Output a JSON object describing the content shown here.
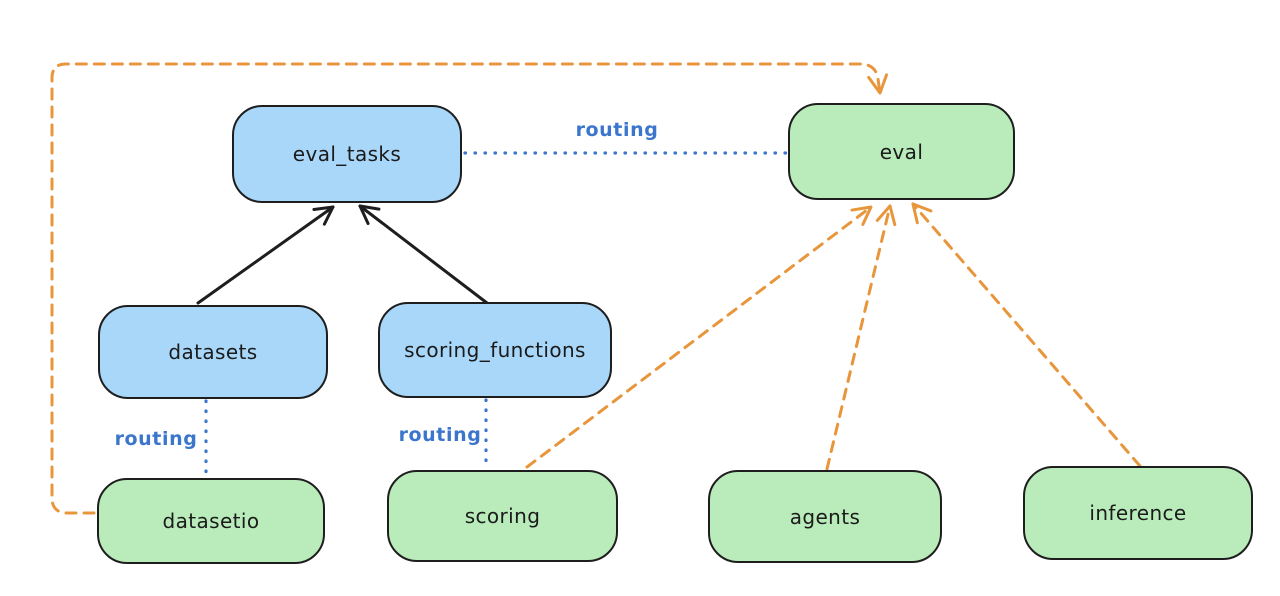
{
  "diagram": {
    "nodes": [
      {
        "id": "eval_tasks",
        "label": "eval_tasks",
        "kind": "api"
      },
      {
        "id": "eval",
        "label": "eval",
        "kind": "provider"
      },
      {
        "id": "datasets",
        "label": "datasets",
        "kind": "api"
      },
      {
        "id": "scoring_functions",
        "label": "scoring_functions",
        "kind": "api"
      },
      {
        "id": "datasetio",
        "label": "datasetio",
        "kind": "provider"
      },
      {
        "id": "scoring",
        "label": "scoring",
        "kind": "provider"
      },
      {
        "id": "agents",
        "label": "agents",
        "kind": "provider"
      },
      {
        "id": "inference",
        "label": "inference",
        "kind": "provider"
      }
    ],
    "edges": [
      {
        "from": "eval_tasks",
        "to": "eval",
        "label": "routing",
        "style": "dotted-blue"
      },
      {
        "from": "datasets",
        "to": "eval_tasks",
        "label": "",
        "style": "solid-black-arrow"
      },
      {
        "from": "scoring_functions",
        "to": "eval_tasks",
        "label": "",
        "style": "solid-black-arrow"
      },
      {
        "from": "datasets",
        "to": "datasetio",
        "label": "routing",
        "style": "dotted-blue"
      },
      {
        "from": "scoring_functions",
        "to": "scoring",
        "label": "routing",
        "style": "dotted-blue"
      },
      {
        "from": "datasetio",
        "to": "eval",
        "label": "",
        "style": "dashed-orange-arrow"
      },
      {
        "from": "scoring",
        "to": "eval",
        "label": "",
        "style": "dashed-orange-arrow"
      },
      {
        "from": "agents",
        "to": "eval",
        "label": "",
        "style": "dashed-orange-arrow"
      },
      {
        "from": "inference",
        "to": "eval",
        "label": "",
        "style": "dashed-orange-arrow"
      }
    ],
    "colors": {
      "api_fill": "#a8d7f9",
      "provider_fill": "#b9ecba",
      "stroke": "#1e1e1e",
      "routing_blue": "#3b76cc",
      "dashed_orange": "#e8963c",
      "background": "#ffffff"
    }
  }
}
